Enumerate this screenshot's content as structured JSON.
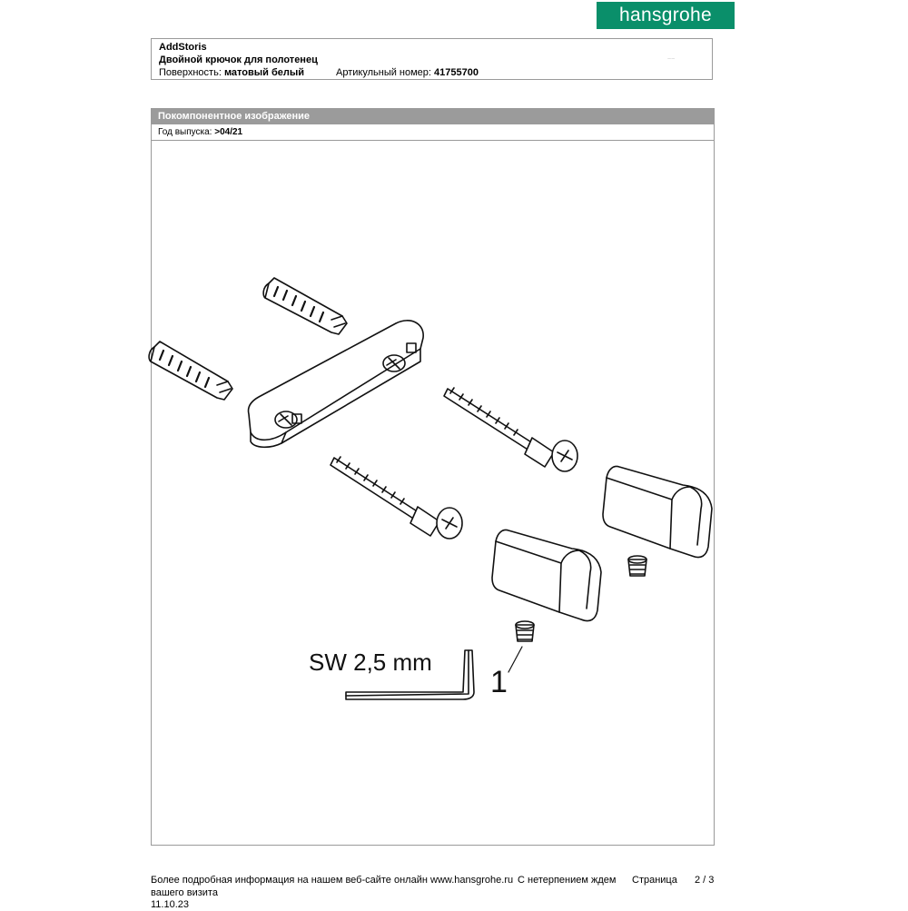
{
  "brand": {
    "logo_text": "hansgrohe",
    "color": "#0a8f6a"
  },
  "product": {
    "name": "AddStoris",
    "description": "Двойной крючок для полотенец",
    "surface_label": "Поверхность:",
    "surface_value": "матовый белый",
    "article_label": "Артикульный номер:",
    "article_value": "41755700"
  },
  "section": {
    "title": "Покомпонентное изображение",
    "release_label": "Год выпуска:",
    "release_value": ">04/21"
  },
  "drawing": {
    "tool_label": "SW 2,5 mm",
    "item_number": "1"
  },
  "footer": {
    "line1": "Более подробная информация на нашем веб-сайте онлайн",
    "url": "www.hansgrohe.ru",
    "greeting1": "С нетерпением ждем",
    "greeting2": "вашего визита",
    "page_label": "Страница",
    "page_value": "2 / 3",
    "date": "11.10.23"
  }
}
